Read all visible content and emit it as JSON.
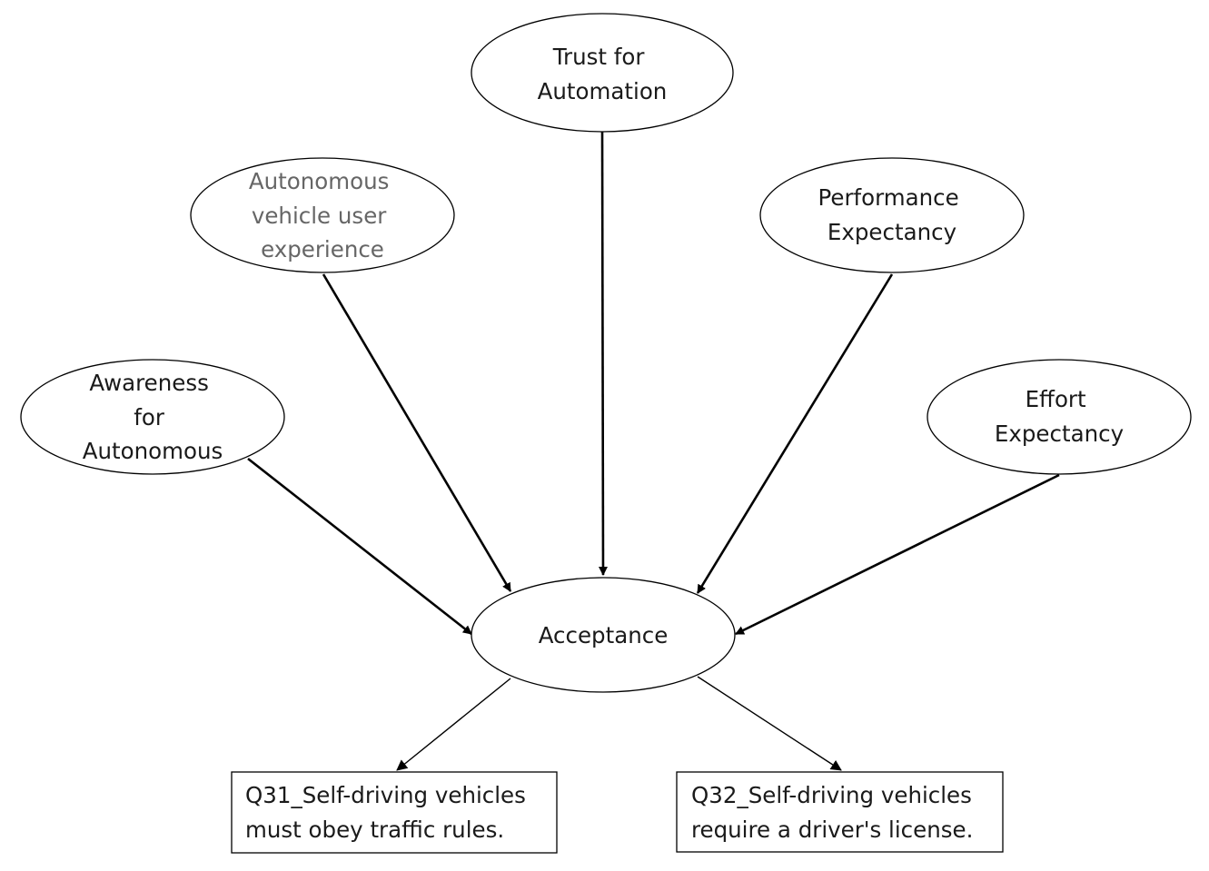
{
  "nodes": {
    "trust": {
      "lines": [
        "Trust for",
        "Automation"
      ]
    },
    "user_experience": {
      "lines": [
        "Autonomous",
        "vehicle user",
        "experience"
      ]
    },
    "performance": {
      "lines": [
        "Performance",
        "Expectancy"
      ]
    },
    "awareness": {
      "lines": [
        "Awareness",
        "for",
        "Autonomous"
      ]
    },
    "effort": {
      "lines": [
        "Effort",
        "Expectancy"
      ]
    },
    "acceptance": {
      "lines": [
        "Acceptance"
      ]
    }
  },
  "boxes": {
    "q31": {
      "lines": [
        "Q31_Self-driving vehicles",
        "must obey traffic rules."
      ]
    },
    "q32": {
      "lines": [
        "Q32_Self-driving vehicles",
        "require a driver's license."
      ]
    }
  },
  "edges": [
    {
      "from": "trust",
      "to": "acceptance"
    },
    {
      "from": "user_experience",
      "to": "acceptance"
    },
    {
      "from": "performance",
      "to": "acceptance"
    },
    {
      "from": "awareness",
      "to": "acceptance"
    },
    {
      "from": "effort",
      "to": "acceptance"
    },
    {
      "from": "acceptance",
      "to": "q31"
    },
    {
      "from": "acceptance",
      "to": "q32"
    }
  ],
  "colors": {
    "stroke": "#000000",
    "text": "#1a1a1a",
    "muted_text": "#666666",
    "background": "#ffffff"
  }
}
